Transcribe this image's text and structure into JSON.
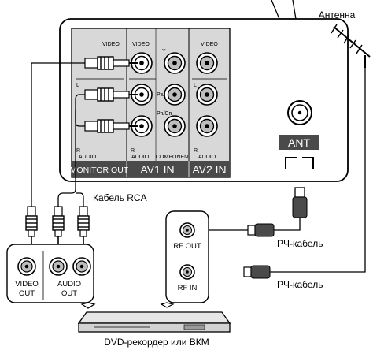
{
  "labels": {
    "antenna": "Антенна",
    "rca_cable": "Кабель RCA",
    "rf_cable_1": "РЧ-кабель",
    "rf_cable_2": "РЧ-кабель",
    "device": "DVD-рекордер или ВКМ"
  },
  "tv_panel": {
    "monitor_out": {
      "caption": "MONITOR OUT",
      "video": "VIDEO",
      "l": "L",
      "r": "R",
      "audio": "AUDIO"
    },
    "av1_in": {
      "caption": "AV1  IN",
      "video": "VIDEO",
      "r": "R",
      "audio": "AUDIO"
    },
    "component": {
      "y": "Y",
      "pb": "Pʙ/Cʙ",
      "pr": "Pʀ/Cʀ",
      "caption": "COMPONENT"
    },
    "av2_in": {
      "caption": "AV2  IN",
      "video": "VIDEO",
      "l": "L",
      "r": "R",
      "audio": "AUDIO"
    },
    "ant": "ANT"
  },
  "recorder": {
    "rf_out": "RF OUT",
    "rf_in": "RF IN",
    "video_out_1": "VIDEO",
    "video_out_2": "OUT",
    "audio_out_1": "AUDIO",
    "audio_out_2": "OUT"
  },
  "colors": {
    "line": "#000000",
    "panel_gray": "#d8d8d8",
    "jack_gray": "#bdbdbd",
    "caption_bg": "#4a4a4a"
  }
}
